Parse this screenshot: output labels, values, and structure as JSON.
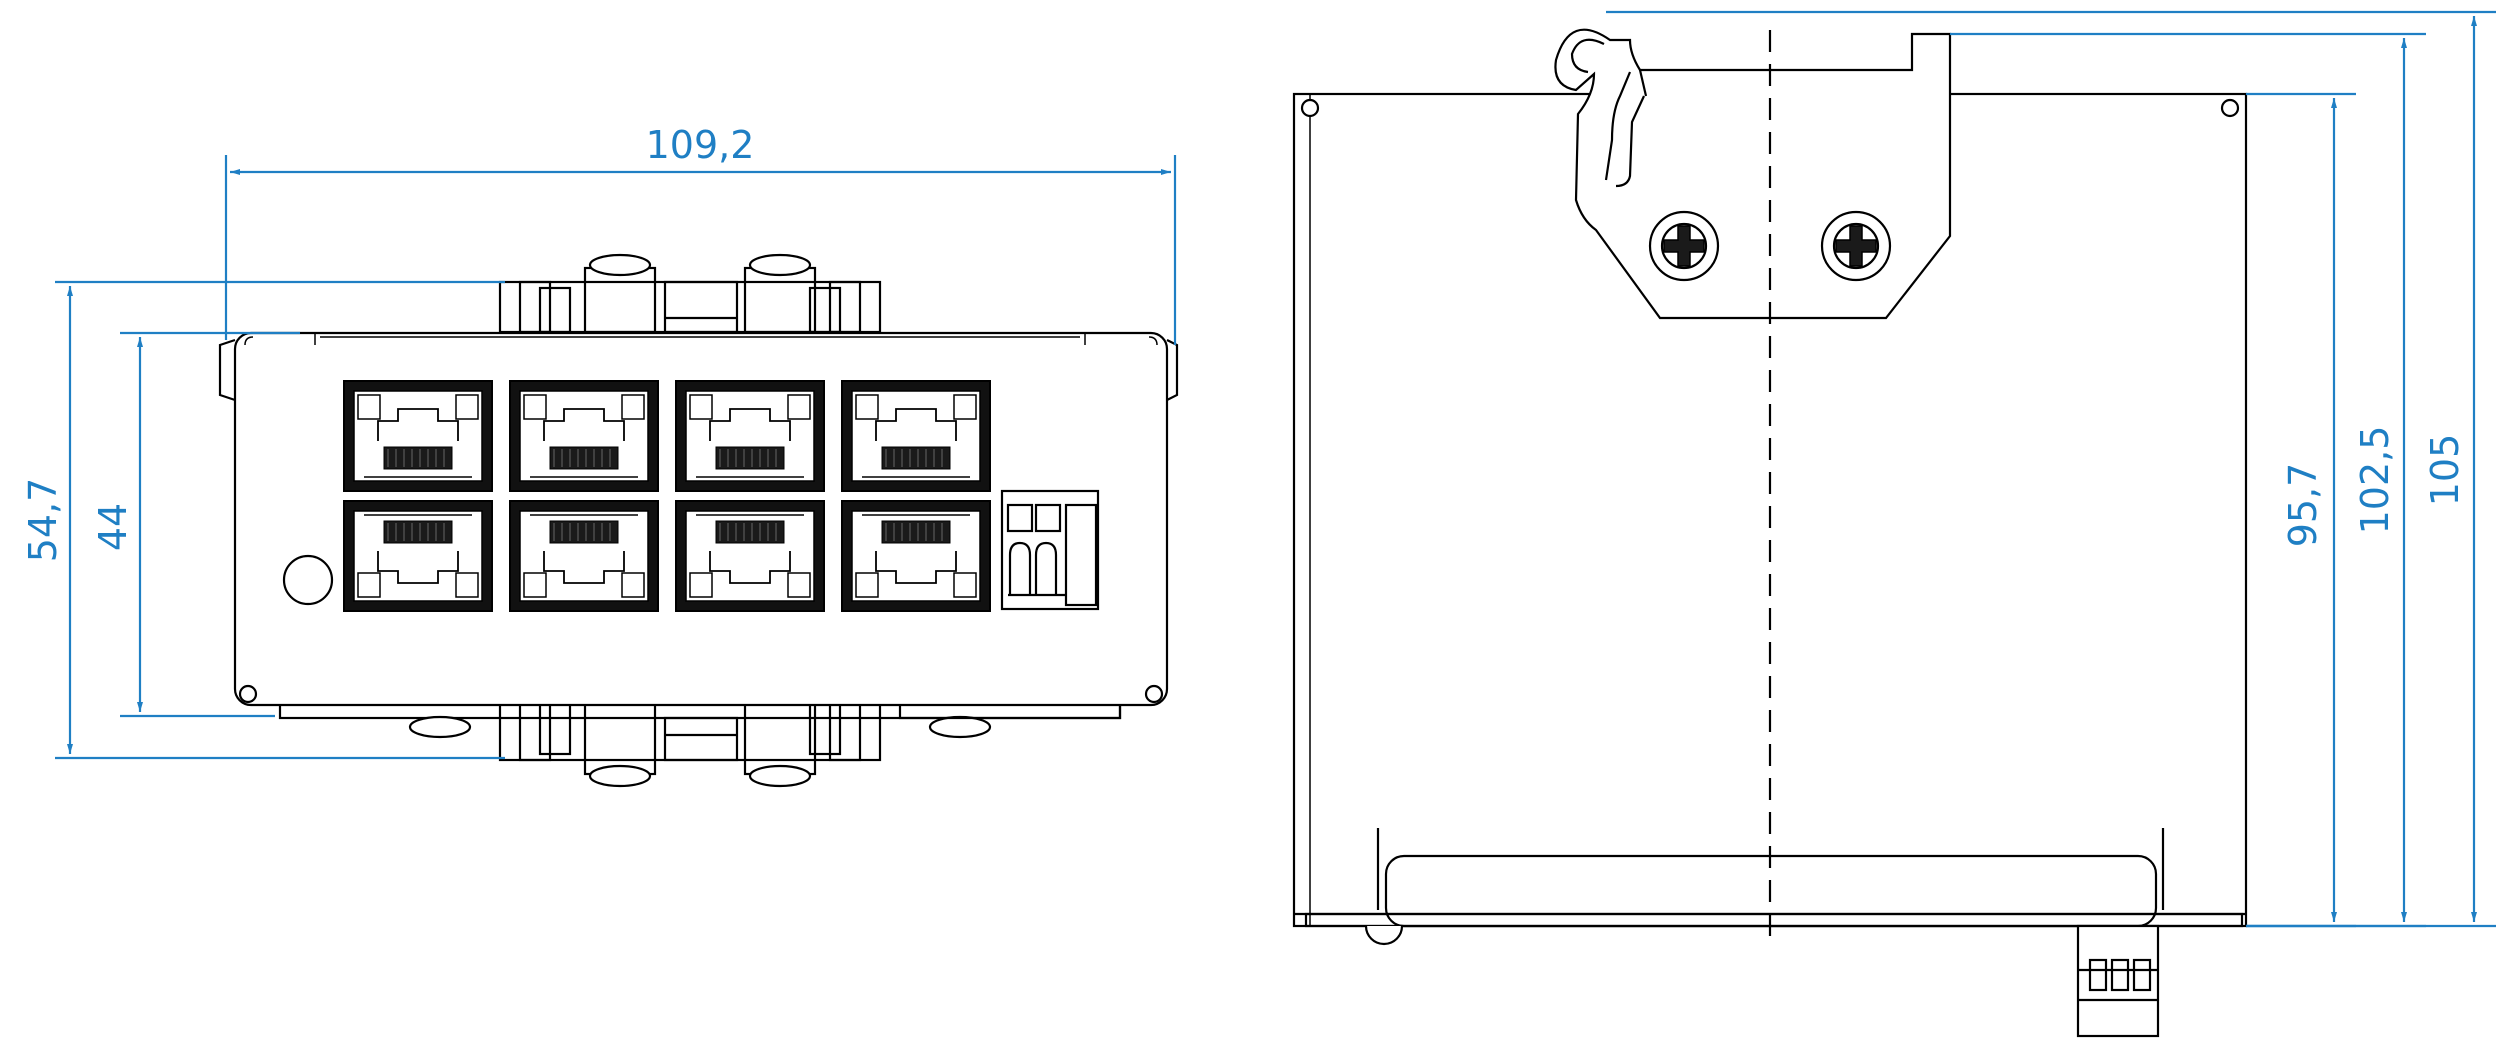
{
  "colors": {
    "dimension": "#1f7fc4",
    "outline": "#000000",
    "background": "#ffffff"
  },
  "front_view": {
    "dims": {
      "width": "109,2",
      "height_total": "54,7",
      "height_body": "44"
    }
  },
  "side_view": {
    "dims": {
      "body_height": "95,7",
      "rail_height": "102,5",
      "total_height": "105"
    }
  }
}
